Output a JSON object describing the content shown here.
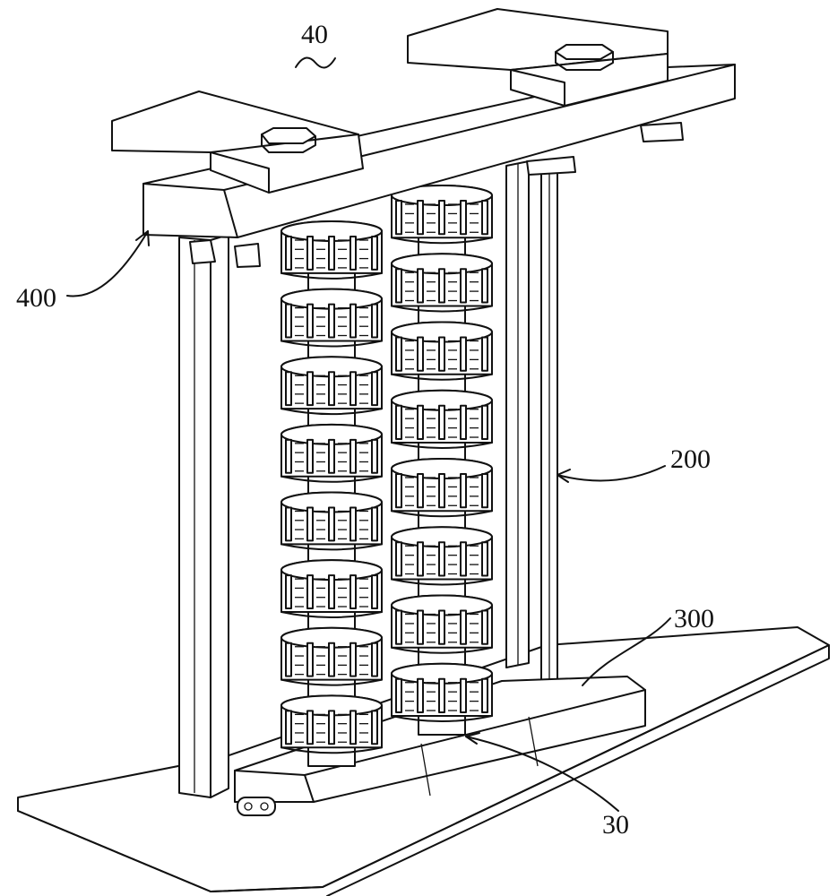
{
  "labels": {
    "assembly": "40",
    "top_frame": "400",
    "guide_rod": "200",
    "base_block": "300",
    "roller_column": "30"
  }
}
